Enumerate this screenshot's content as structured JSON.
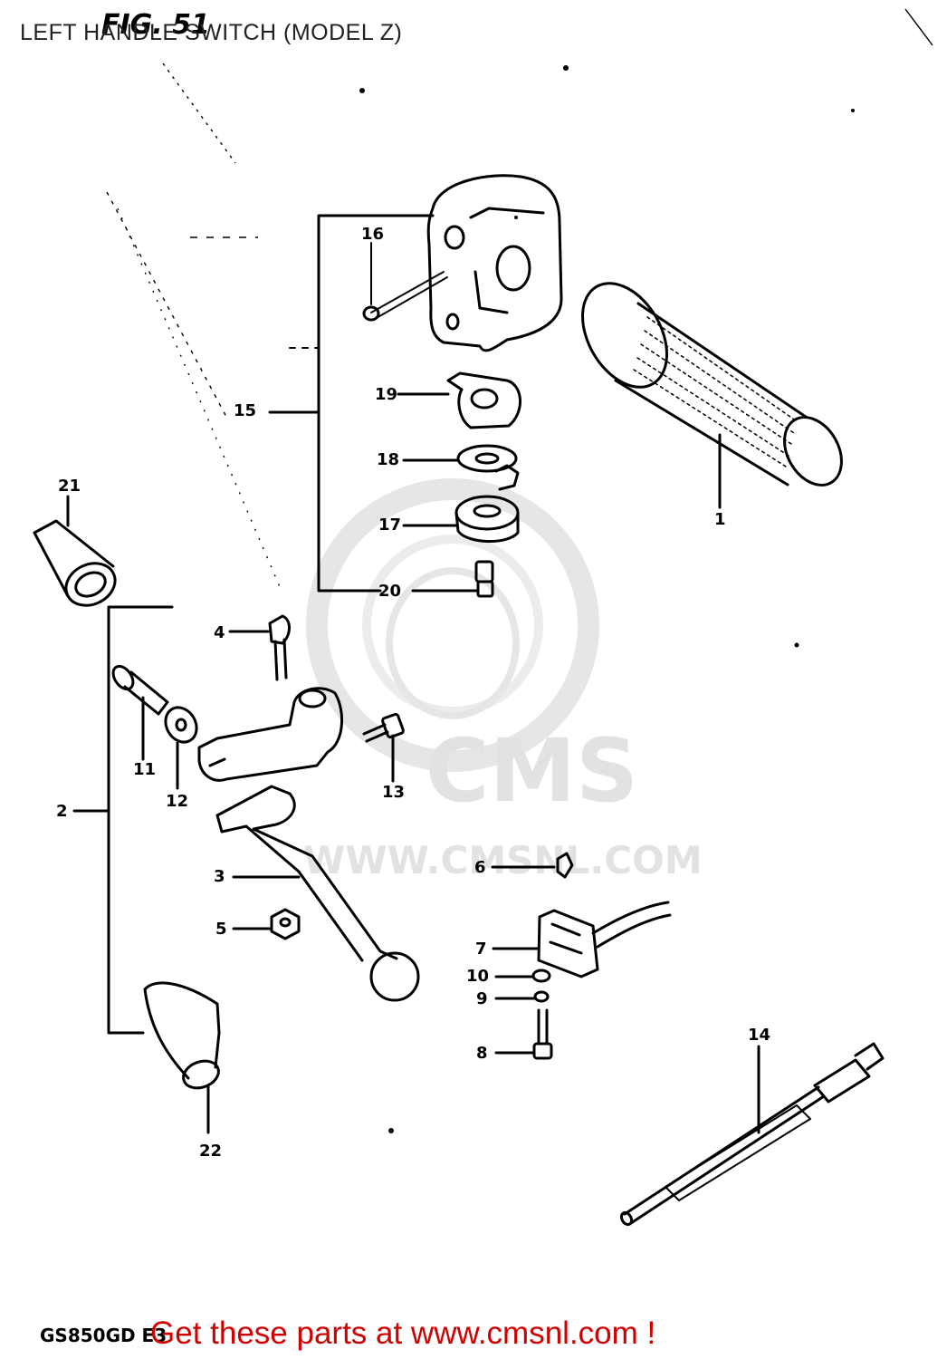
{
  "title": "LEFT HANDLE SWITCH (MODEL Z)",
  "figure_label": "FIG. 51",
  "model_code": "GS850GD E3",
  "promo_text": "Get these parts at www.cmsnl.com !",
  "watermark": {
    "brand": "CMS",
    "url": "WWW.CMSNL.COM"
  },
  "callouts": [
    "1",
    "2",
    "3",
    "4",
    "5",
    "6",
    "7",
    "8",
    "9",
    "10",
    "11",
    "12",
    "13",
    "14",
    "15",
    "16",
    "17",
    "18",
    "19",
    "20",
    "21",
    "22"
  ],
  "colors": {
    "promo": "#d00000",
    "lines": "#000000",
    "watermark": "#e2e2e2"
  }
}
